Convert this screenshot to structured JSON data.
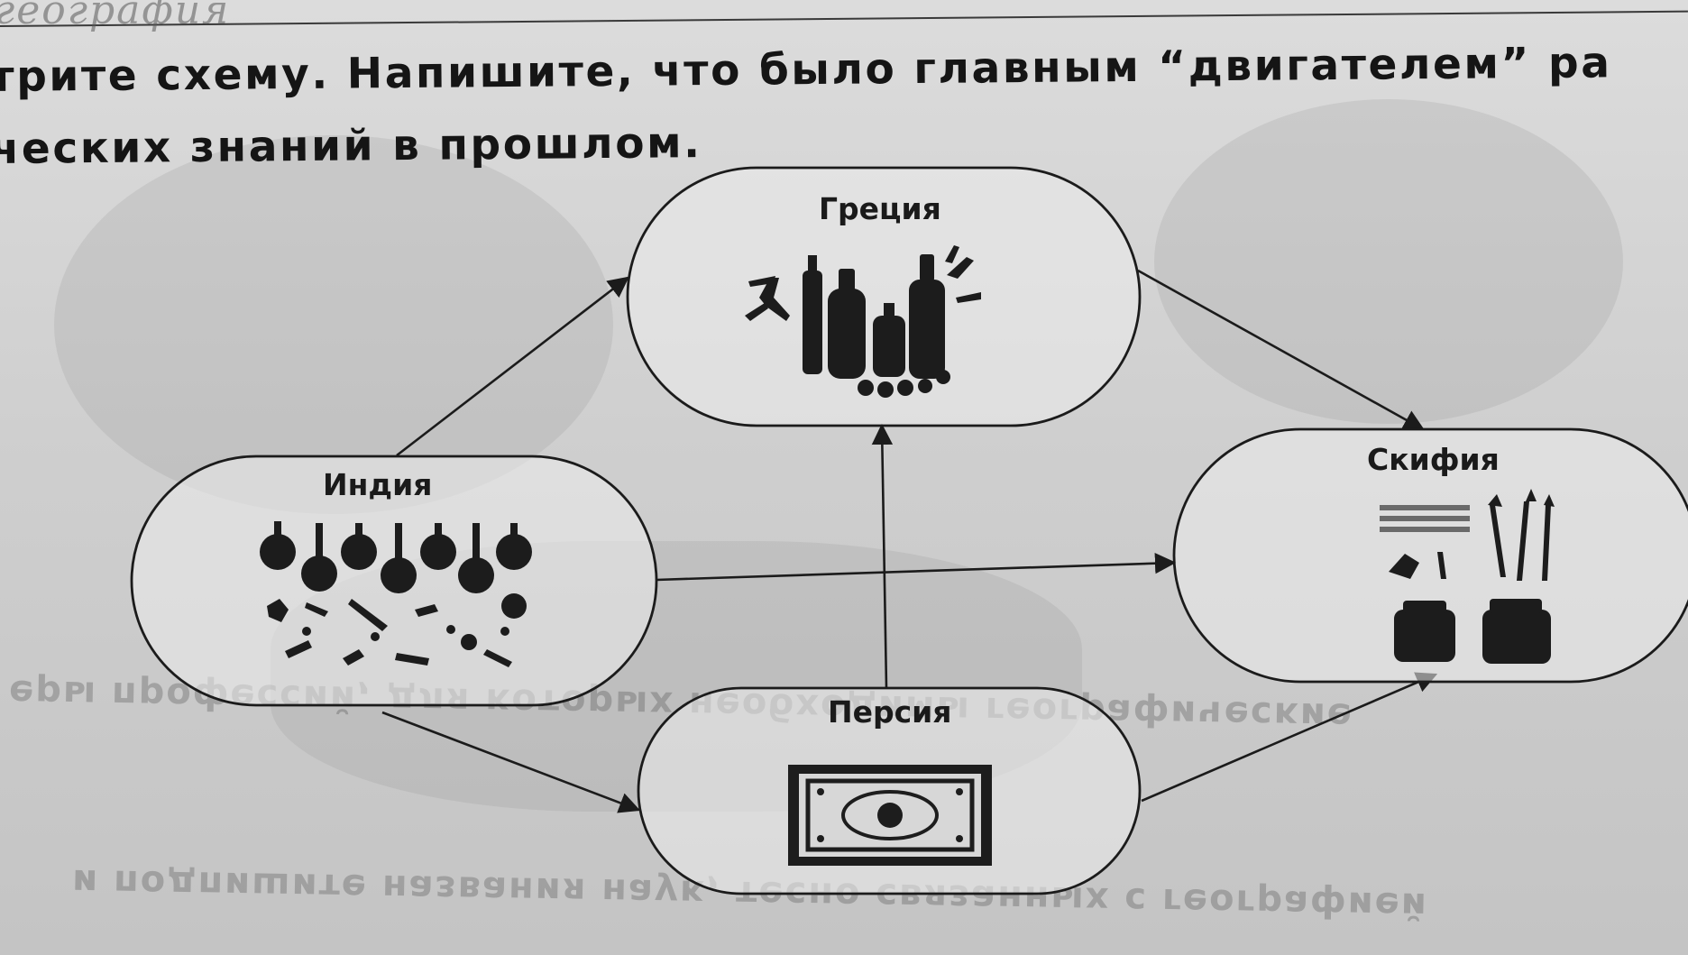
{
  "header": {
    "handwriting": "география",
    "task_line1": "трите схему. Напишите, что было главным “двигателем” ра",
    "task_line2": "ческих знаний в прошлом."
  },
  "diagram": {
    "nodes": [
      {
        "key": "greece",
        "label": "Греция"
      },
      {
        "key": "india",
        "label": "Индия"
      },
      {
        "key": "scythia",
        "label": "Скифия"
      },
      {
        "key": "persia",
        "label": "Персия"
      }
    ]
  },
  "background": {
    "mirrored_line1": "еры профессий, для которых необходимы географические",
    "mirrored_line2": "и подпишите названия наук, тесно связанных с географией"
  }
}
